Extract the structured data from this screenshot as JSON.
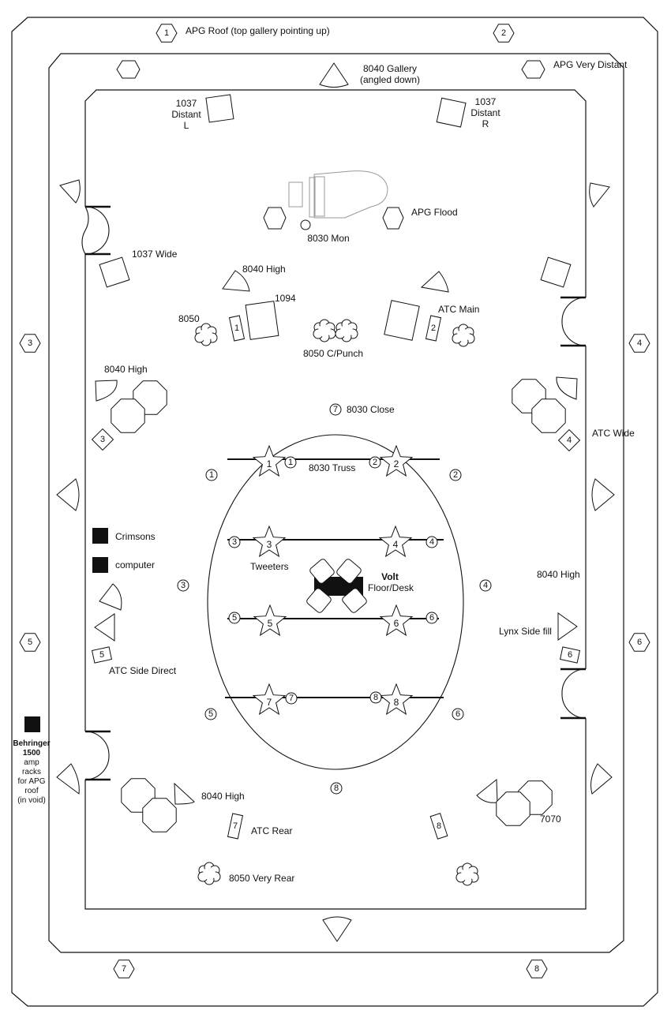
{
  "labels": {
    "apg_roof": "APG Roof (top gallery pointing up)",
    "gallery_8040_line1": "8040 Gallery",
    "gallery_8040_line2": "(angled down)",
    "apg_very_distant": "APG Very Distant",
    "distant_l_1": "1037",
    "distant_l_2": "Distant",
    "distant_l_3": "L",
    "distant_r_1": "1037",
    "distant_r_2": "Distant",
    "distant_r_3": "R",
    "apg_flood": "APG Flood",
    "mon_8030": "8030 Mon",
    "wide_1037": "1037 Wide",
    "high_8040_top": "8040 High",
    "label_1094": "1094",
    "label_8050": "8050",
    "atc_main": "ATC Main",
    "c_punch": "8050 C/Punch",
    "high_8040_left": "8040 High",
    "close_8030": "8030 Close",
    "atc_wide": "ATC Wide",
    "truss_8030": "8030 Truss",
    "crimsons": "Crimsons",
    "computer": "computer",
    "tweeters": "Tweeters",
    "volt": "Volt",
    "floor_desk": "Floor/Desk",
    "high_8040_right": "8040 High",
    "lynx_side_fill": "Lynx Side fill",
    "atc_side_direct": "ATC Side Direct",
    "behringer_1": "Behringer",
    "behringer_2": "1500",
    "behringer_3": "amp",
    "behringer_4": "racks",
    "behringer_5": "for APG",
    "behringer_6": "roof",
    "behringer_7": "(in void)",
    "high_8040_bottom": "8040 High",
    "atc_rear": "ATC Rear",
    "very_rear_8050": "8050 Very Rear",
    "label_7070": "7070"
  },
  "roof_numbers": [
    "1",
    "2",
    "3",
    "4",
    "5",
    "6",
    "7",
    "8"
  ],
  "star_numbers": [
    "1",
    "2",
    "3",
    "4",
    "5",
    "6",
    "7",
    "8"
  ],
  "circle_numbers": {
    "truss_1": "1",
    "truss_2": "2",
    "tw_3": "3",
    "tw_4": "4",
    "row3_5": "5",
    "row3_6": "6",
    "row4_7": "7",
    "row4_8": "8",
    "close_7": "7",
    "out_1": "1",
    "out_2": "2",
    "out_3": "3",
    "out_4": "4",
    "out_5": "5",
    "out_6": "6",
    "out_8": "8"
  },
  "box_numbers": {
    "atc_main_1": "1",
    "atc_main_2": "2",
    "atc_wide_3": "3",
    "atc_wide_4": "4",
    "side_5": "5",
    "side_6": "6",
    "rear_7": "7",
    "rear_8": "8"
  }
}
